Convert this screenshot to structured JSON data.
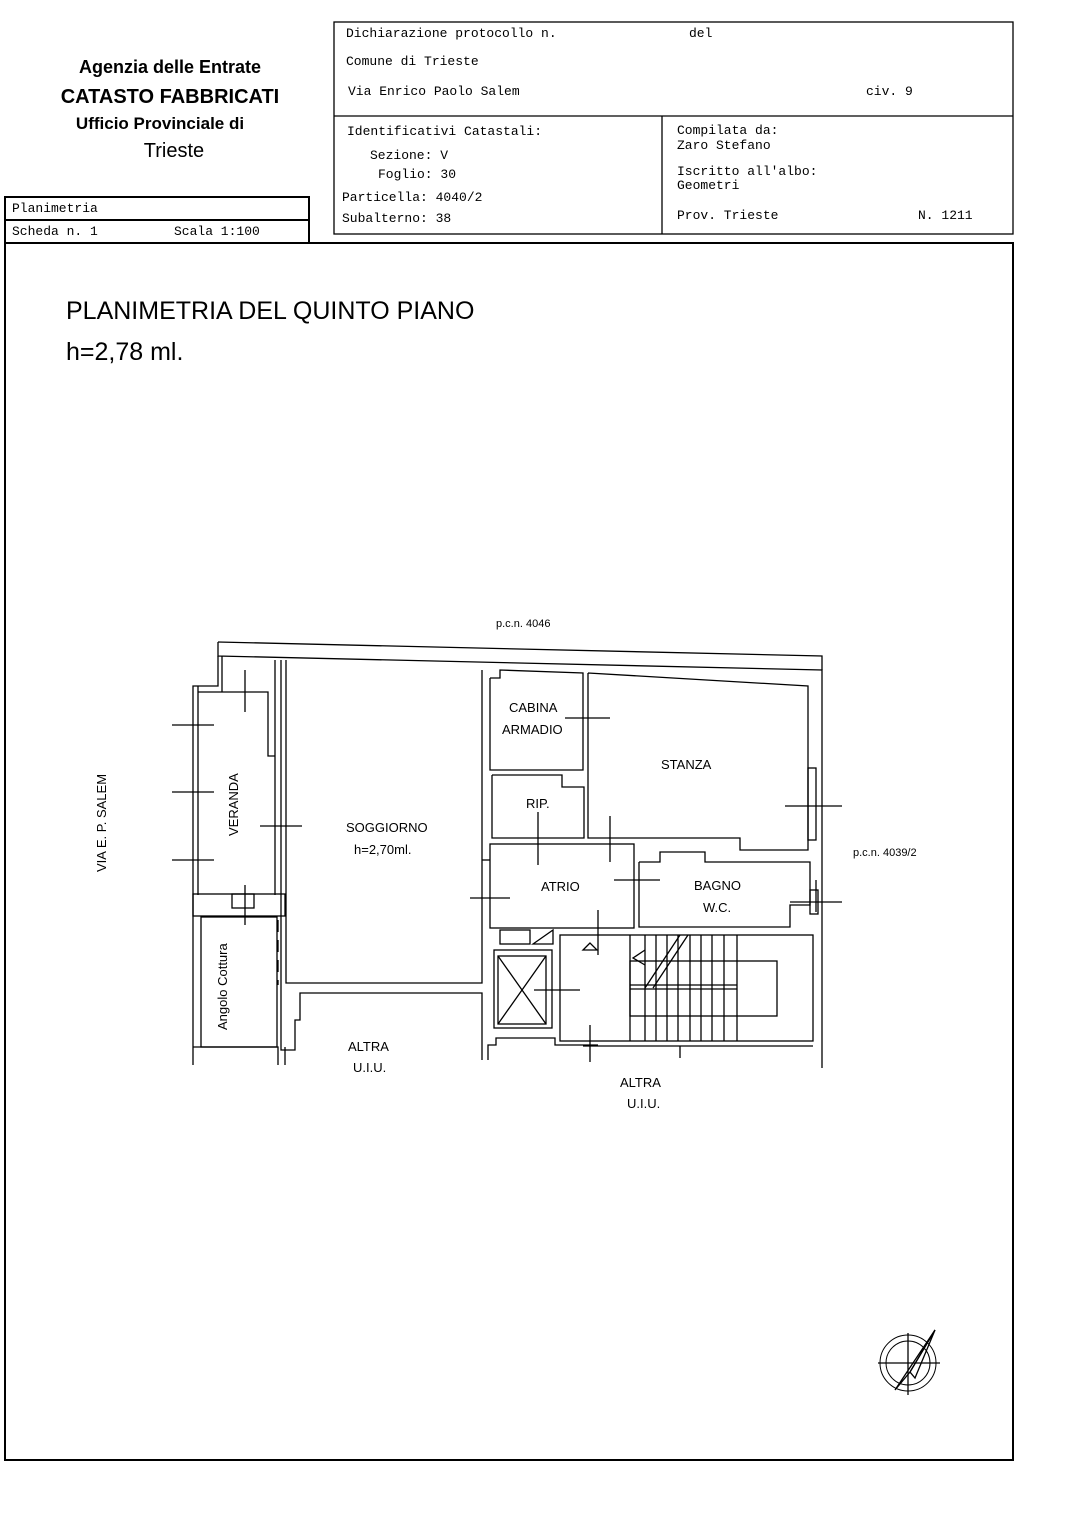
{
  "agency": {
    "line1": "Agenzia delle Entrate",
    "line2": "CATASTO FABBRICATI",
    "line3": "Ufficio Provinciale di",
    "city": "Trieste"
  },
  "sheet": {
    "type": "Planimetria",
    "scheda": "Scheda n. 1",
    "scala": "Scala 1:100"
  },
  "declaration": {
    "protocollo": "Dichiarazione protocollo n.",
    "del": "del",
    "comune": "Comune di Trieste",
    "via": "Via Enrico Paolo Salem",
    "civ": "civ. 9"
  },
  "identifiers": {
    "title": "Identificativi Catastali:",
    "sezione": "Sezione: V",
    "foglio": "Foglio: 30",
    "particella": "Particella: 4040/2",
    "subalterno": "Subalterno: 38"
  },
  "compiler": {
    "label": "Compilata da:",
    "name": "Zaro Stefano",
    "albo_label": "Iscritto all'albo:",
    "albo": "Geometri",
    "prov": "Prov. Trieste",
    "number": "N. 1211"
  },
  "plan": {
    "title": "PLANIMETRIA DEL QUINTO PIANO",
    "height": "h=2,78 ml.",
    "pcn_north": "p.c.n. 4046",
    "pcn_east": "p.c.n. 4039/2",
    "street": "VIA E. P. SALEM",
    "rooms": {
      "veranda": "VERANDA",
      "soggiorno": "SOGGIORNO",
      "soggiorno_h": "h=2,70ml.",
      "cabina1": "CABINA",
      "cabina2": "ARMADIO",
      "stanza": "STANZA",
      "rip": "RIP.",
      "atrio": "ATRIO",
      "bagno1": "BAGNO",
      "bagno2": "W.C.",
      "cottura": "Angolo Cottura",
      "altra1a": "ALTRA",
      "altra1b": "U.I.U.",
      "altra2a": "ALTRA",
      "altra2b": "U.I.U."
    }
  }
}
